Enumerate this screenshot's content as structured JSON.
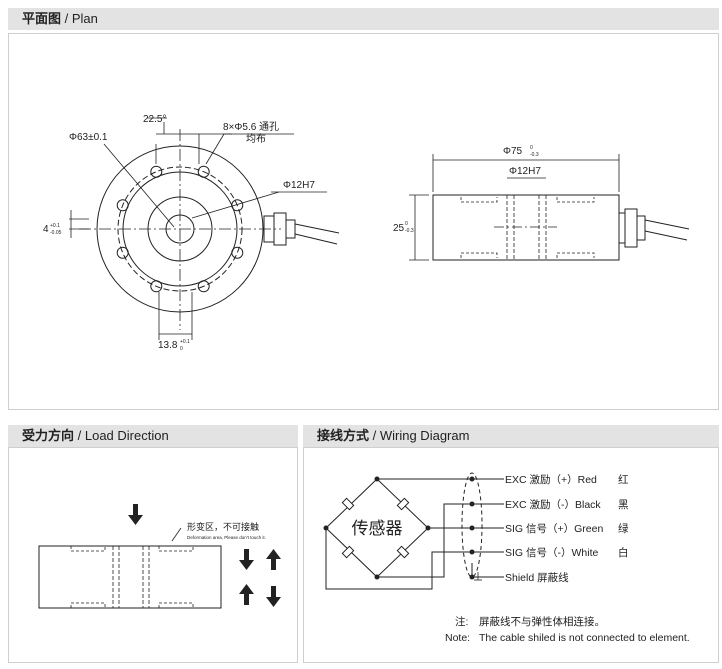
{
  "plan": {
    "title_cn": "平面图",
    "title_en": "Plan",
    "dims": {
      "outer_dia": "Φ63±0.1",
      "angle": "22.5°",
      "holes": "8×Φ5.6 通孔",
      "holes_note": "均布",
      "bore": "Φ12H7",
      "left_dim": "4",
      "left_tol_upper": "+0.1",
      "left_tol_lower": "-0.05",
      "bottom_dim": "13.8",
      "bottom_tol_upper": "+0.1",
      "bottom_tol_lower": "0",
      "side_dia": "Φ75",
      "side_dia_tol_upper": "0",
      "side_dia_tol_lower": "-0.3",
      "side_bore": "Φ12H7",
      "height": "25",
      "height_tol_upper": "0",
      "height_tol_lower": "-0.3"
    }
  },
  "load": {
    "title_cn": "受力方向",
    "title_en": "Load Direction",
    "note_cn": "形变区，不可接触",
    "note_en": "Deformation area, Please don't touch it."
  },
  "wiring": {
    "title_cn": "接线方式",
    "title_en": "Wiring Diagram",
    "sensor_label": "传感器",
    "wires": [
      {
        "label": "EXC 激励（+）Red",
        "color_cn": "红"
      },
      {
        "label": "EXC 激励（-）Black",
        "color_cn": "黑"
      },
      {
        "label": "SIG 信号（+）Green",
        "color_cn": "绿"
      },
      {
        "label": "SIG 信号（-）White",
        "color_cn": "白"
      },
      {
        "label": "Shield 屏蔽线",
        "color_cn": ""
      }
    ],
    "note_cn_label": "注:",
    "note_cn": "屏蔽线不与弹性体相连接。",
    "note_en_label": "Note:",
    "note_en": "The cable shiled is not connected to element."
  }
}
